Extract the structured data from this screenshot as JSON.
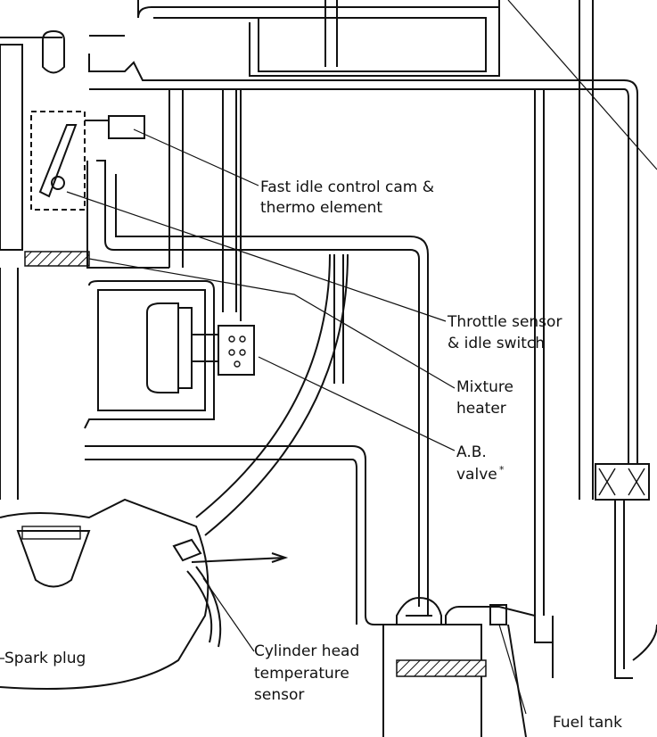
{
  "labels": {
    "fast_idle_1": "Fast idle control cam &",
    "fast_idle_2": "thermo element",
    "throttle_1": "Throttle sensor",
    "throttle_2": "& idle switch",
    "mixture_1": "Mixture",
    "mixture_2": "heater",
    "ab_1": "A.B.",
    "ab_2": "valve",
    "ab_mark": "*",
    "spark": "Spark plug",
    "cyl_1": "Cylinder head",
    "cyl_2": "temperature",
    "cyl_3": "sensor",
    "fuel": "Fuel tank"
  }
}
